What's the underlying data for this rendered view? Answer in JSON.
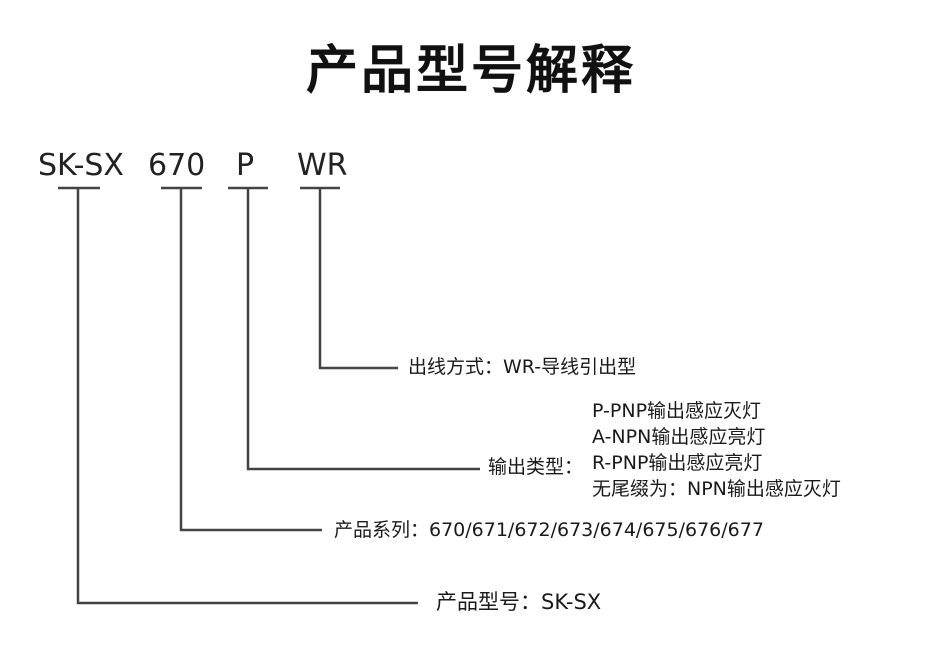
{
  "title": "产品型号解释",
  "code_parts": {
    "model": "SK-SX",
    "series": "670",
    "output": "P",
    "wire": "WR"
  },
  "descriptions": {
    "wire": "出线方式：WR-导线引出型",
    "output_label": "输出类型：",
    "output_options": [
      "P-PNP输出感应灭灯",
      "A-NPN输出感应亮灯",
      "R-PNP输出感应亮灯",
      "无尾缀为：NPN输出感应灭灯"
    ],
    "series": "产品系列：670/671/672/673/674/675/676/677",
    "model": "产品型号：SK-SX"
  },
  "colors": {
    "line": "#444444",
    "text": "#1a1a1a"
  }
}
